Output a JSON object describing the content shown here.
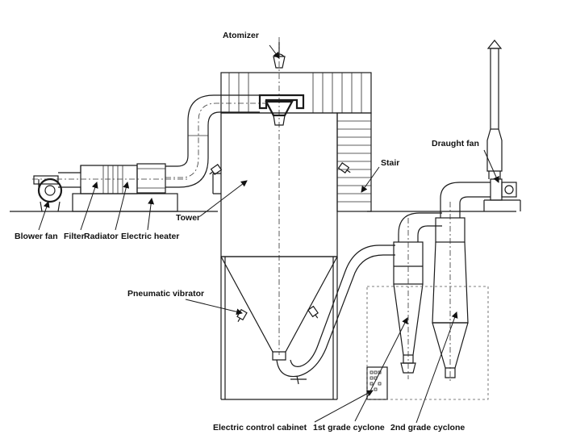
{
  "labels": {
    "atomizer": "Atomizer",
    "draught_fan": "Draught fan",
    "stair": "Stair",
    "tower": "Tower",
    "blower_fan": "Blower fan",
    "filter": "Filter",
    "radiator": "Radiator",
    "electric_heater": "Electric heater",
    "pneumatic_vibrator": "Pneumatic vibrator",
    "electric_control_cabinet": "Electric control cabinet",
    "cyclone_1": "1st grade cyclone",
    "cyclone_2": "2nd grade cyclone"
  }
}
